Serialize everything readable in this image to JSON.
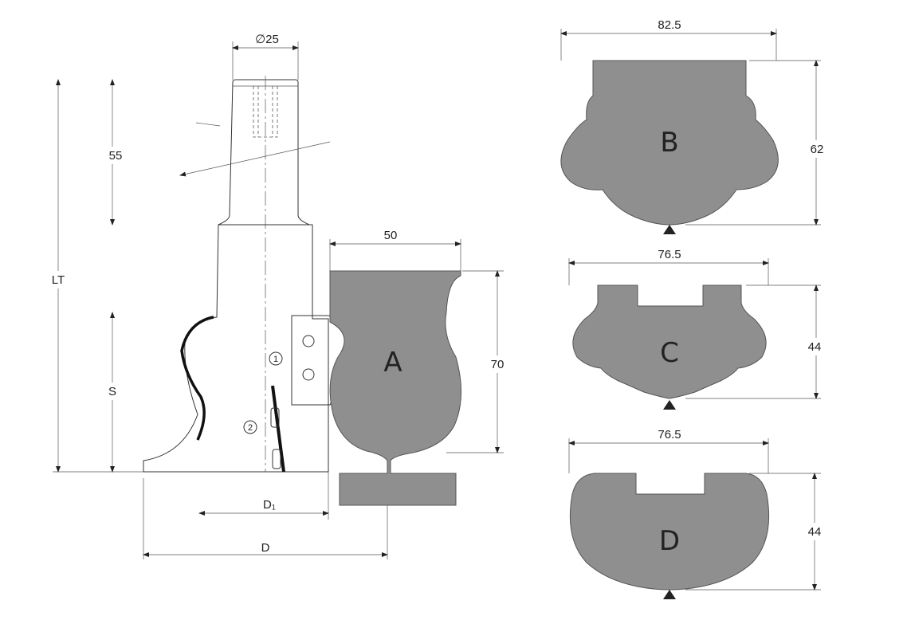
{
  "tool": {
    "shank_diameter": "∅25",
    "shank_length": "55",
    "total_length": "LT",
    "cutting_height": "S",
    "inner_diameter": "D₁",
    "outer_diameter": "D",
    "part_labels": [
      "1",
      "2"
    ]
  },
  "profiles": [
    {
      "letter": "A",
      "width": "50",
      "height": "70"
    },
    {
      "letter": "B",
      "width": "82.5",
      "height": "62"
    },
    {
      "letter": "C",
      "width": "76.5",
      "height": "44"
    },
    {
      "letter": "D",
      "width": "76.5",
      "height": "44"
    }
  ]
}
